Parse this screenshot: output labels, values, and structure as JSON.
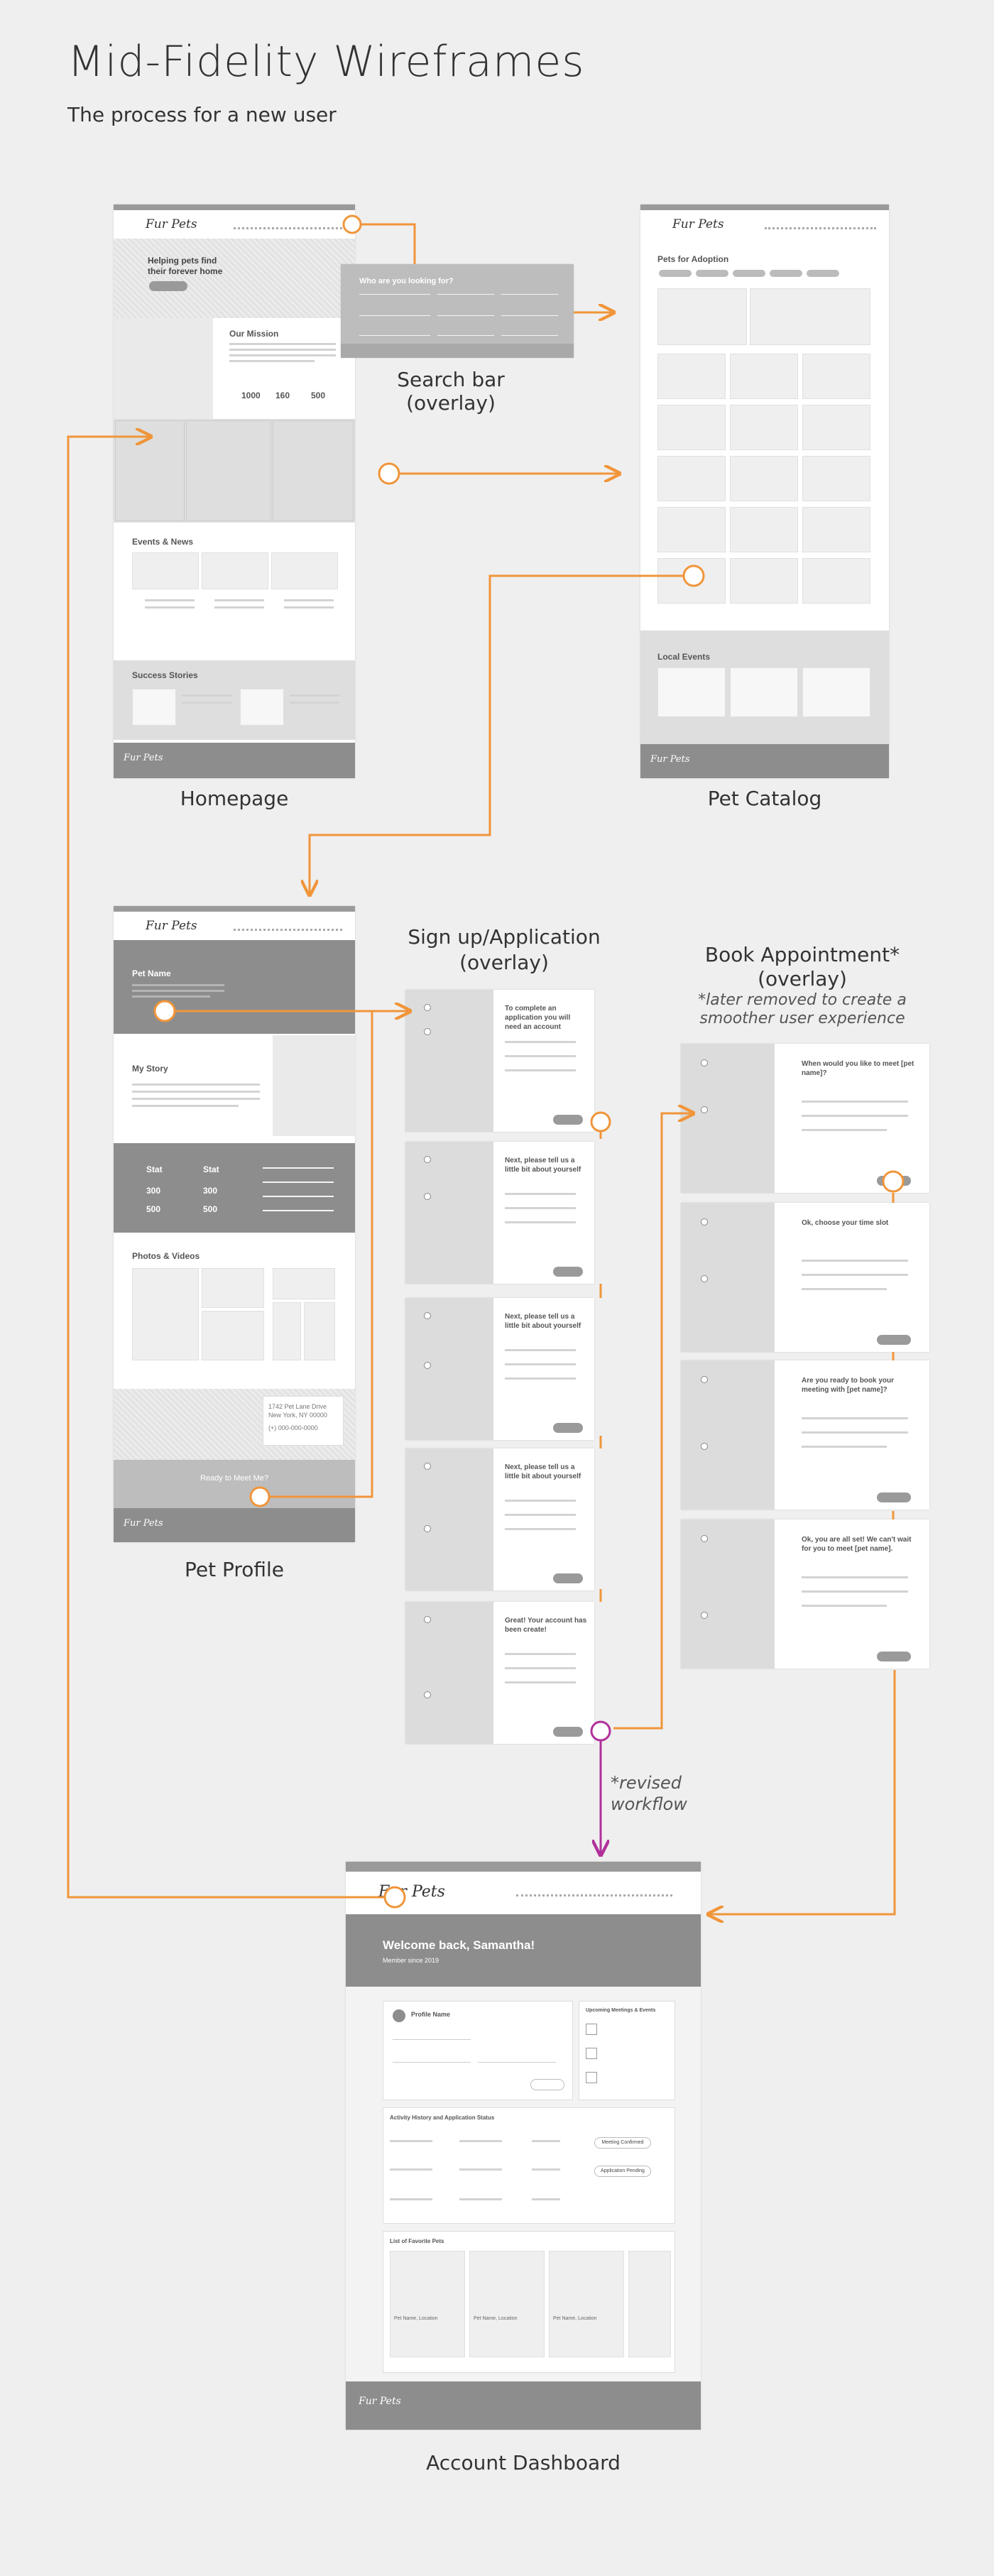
{
  "page": {
    "title": "Mid-Fidelity Wireframes",
    "subtitle": "The process for a new user"
  },
  "labels": {
    "homepage": "Homepage",
    "search_bar": "Search bar",
    "search_overlay": "(overlay)",
    "pet_catalog": "Pet Catalog",
    "pet_profile": "Pet Profile",
    "signup": "Sign up/Application",
    "signup_overlay": "(overlay)",
    "book": "Book Appointment*",
    "book_overlay": "(overlay)",
    "book_note_1": "*later removed to create a",
    "book_note_2": "smoother user experience",
    "revised_1": "*revised",
    "revised_2": "workflow",
    "dashboard": "Account Dashboard"
  },
  "brand": {
    "logo": "Fur Pets",
    "footer_logo": "Fur Pets"
  },
  "homepage": {
    "hero": "Helping pets find their forever home",
    "mission": "Our Mission",
    "stat1": "1000",
    "stat2": "160",
    "stat3": "500",
    "events": "Events & News",
    "stories": "Success Stories"
  },
  "search": {
    "question": "Who are you looking for?"
  },
  "catalog": {
    "heading": "Pets for Adoption",
    "local_events": "Local Events"
  },
  "profile": {
    "pet_name": "Pet Name",
    "my_story": "My Story",
    "stat_a": "Stat",
    "stat_b": "Stat",
    "num_a": "300",
    "num_b": "300",
    "num_c": "500",
    "num_d": "500",
    "photos": "Photos & Videos",
    "address_1": "1742 Pet Lane Drive",
    "address_2": "New York, NY 00000",
    "phone": "(+) 000-000-0000",
    "meet": "Ready to Meet Me?"
  },
  "signup_steps": [
    {
      "title": "To complete an application you will need an account"
    },
    {
      "title": "Next, please tell us a little bit about yourself"
    },
    {
      "title": "Next, please tell us a little bit about yourself"
    },
    {
      "title": "Next, please tell us a little bit about yourself"
    },
    {
      "title": "Great! Your account has been create!"
    }
  ],
  "book_steps": [
    {
      "title": "When would you like to meet [pet name]?"
    },
    {
      "title": "Ok, choose your time slot"
    },
    {
      "title": "Are you ready to book your meeting with [pet name]?"
    },
    {
      "title": "Ok, you are all set! We can't wait for you to meet [pet name]."
    }
  ],
  "dashboard": {
    "welcome": "Welcome back, Samantha!",
    "member": "Member since 2019",
    "profile_name": "Profile Name",
    "upcoming": "Upcoming Meetings & Events",
    "activity": "Activity History and Application Status",
    "status_1": "Meeting Confirmed",
    "status_2": "Application Pending",
    "favorites": "List of Favorite Pets",
    "fav_caption": "Pet Name, Location"
  },
  "colors": {
    "accent_orange": "#f0953a",
    "accent_magenta": "#b0309a"
  }
}
